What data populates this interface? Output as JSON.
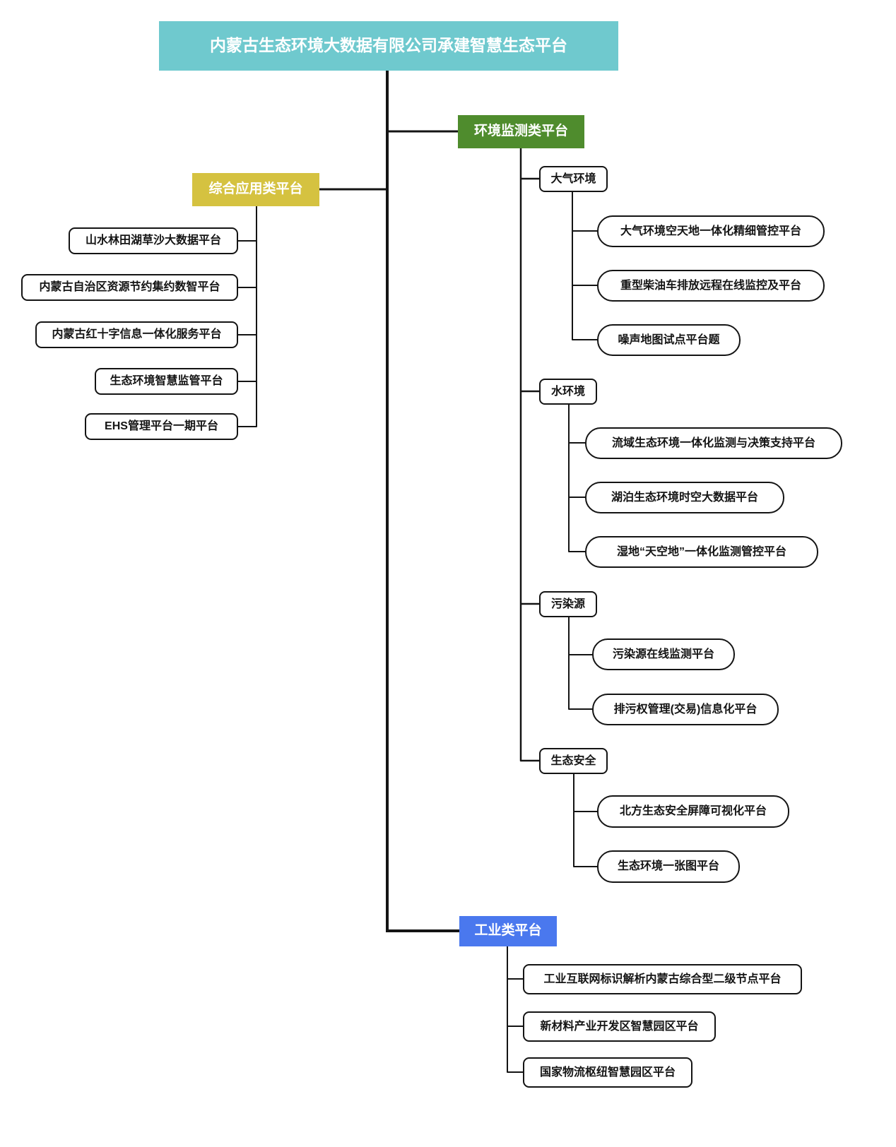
{
  "root": {
    "label": "内蒙古生态环境大数据有限公司承建智慧生态平台"
  },
  "colors": {
    "root_bg": "#6FC9CE",
    "comprehensive_bg": "#D5C240",
    "monitoring_bg": "#4F8C2D",
    "industry_bg": "#4A78EE",
    "node_text": "#141414",
    "branch_text": "#ffffff",
    "line": "#141414",
    "node_border": "#141414",
    "background": "#ffffff"
  },
  "branches": [
    {
      "label": "综合应用类平台",
      "children": [
        "山水林田湖草沙大数据平台",
        "内蒙古自治区资源节约集约数智平台",
        "内蒙古红十字信息一体化服务平台",
        "生态环境智慧监管平台",
        "EHS管理平台一期平台"
      ]
    },
    {
      "label": "环境监测类平台",
      "groups": [
        {
          "label": "大气环境",
          "children": [
            "大气环境空天地一体化精细管控平台",
            "重型柴油车排放远程在线监控及平台",
            "噪声地图试点平台题"
          ]
        },
        {
          "label": "水环境",
          "children": [
            "流域生态环境一体化监测与决策支持平台",
            "湖泊生态环境时空大数据平台",
            "湿地“天空地”一体化监测管控平台"
          ]
        },
        {
          "label": "污染源",
          "children": [
            "污染源在线监测平台",
            "排污权管理(交易)信息化平台"
          ]
        },
        {
          "label": "生态安全",
          "children": [
            "北方生态安全屏障可视化平台",
            "生态环境一张图平台"
          ]
        }
      ]
    },
    {
      "label": "工业类平台",
      "children": [
        "工业互联网标识解析内蒙古综合型二级节点平台",
        "新材料产业开发区智慧园区平台",
        "国家物流枢纽智慧园区平台"
      ]
    }
  ]
}
